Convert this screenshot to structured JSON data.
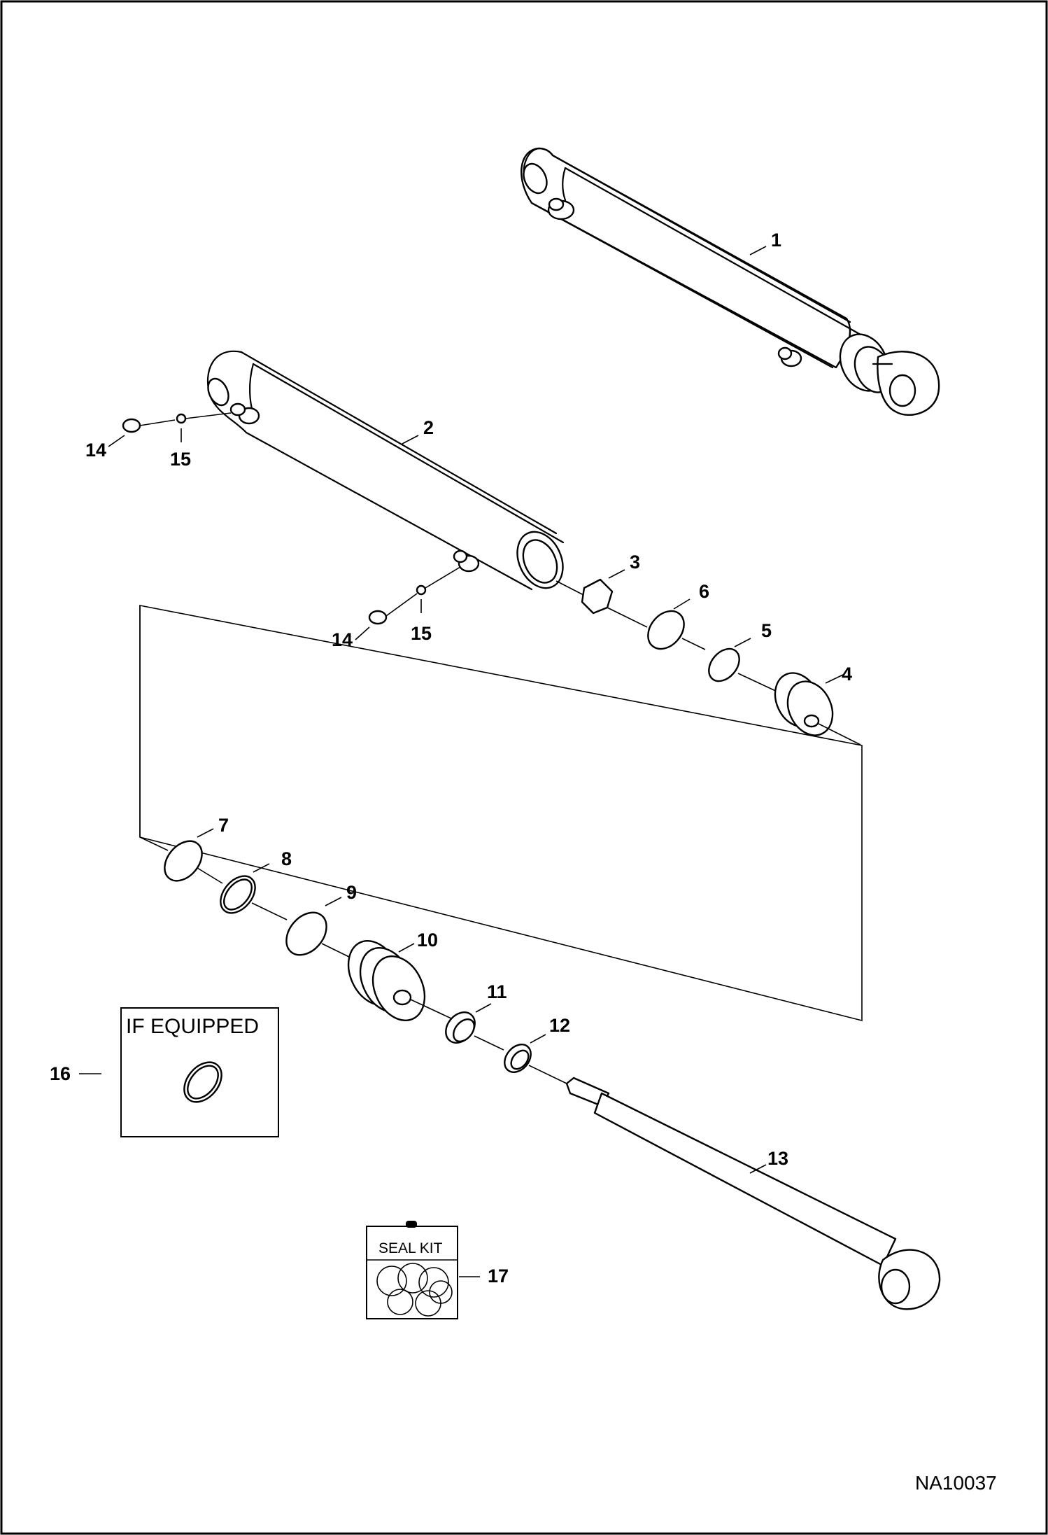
{
  "callouts": [
    {
      "id": "1",
      "text": "1"
    },
    {
      "id": "2",
      "text": "2"
    },
    {
      "id": "3",
      "text": "3"
    },
    {
      "id": "4",
      "text": "4"
    },
    {
      "id": "5",
      "text": "5"
    },
    {
      "id": "6",
      "text": "6"
    },
    {
      "id": "7",
      "text": "7"
    },
    {
      "id": "8",
      "text": "8"
    },
    {
      "id": "9",
      "text": "9"
    },
    {
      "id": "10",
      "text": "10"
    },
    {
      "id": "11",
      "text": "11"
    },
    {
      "id": "12",
      "text": "12"
    },
    {
      "id": "13",
      "text": "13"
    },
    {
      "id": "14a",
      "text": "14"
    },
    {
      "id": "15a",
      "text": "15"
    },
    {
      "id": "14b",
      "text": "14"
    },
    {
      "id": "15b",
      "text": "15"
    },
    {
      "id": "16",
      "text": "16"
    },
    {
      "id": "17",
      "text": "17"
    }
  ],
  "if_equipped_label": "IF EQUIPPED",
  "seal_kit_label": "SEAL KIT",
  "drawing_ref": "NA10037"
}
